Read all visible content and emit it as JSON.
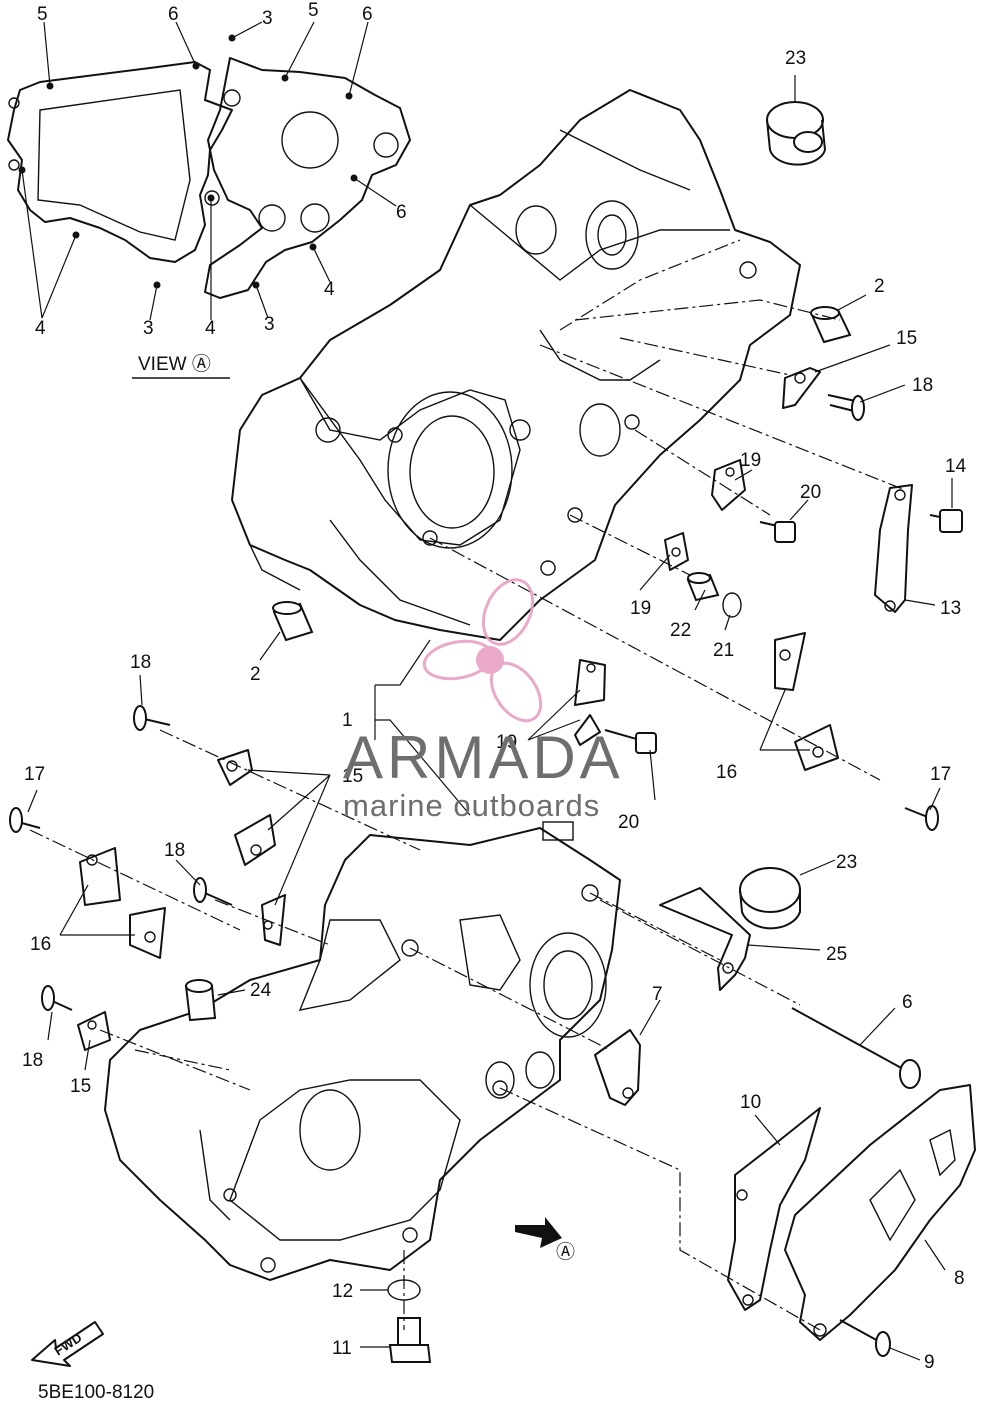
{
  "view_caption": "VIEW Ⓐ",
  "view_marker": "Ⓐ",
  "fwd_label": "FWD",
  "diagram_code": "5BE100-8120",
  "watermark": {
    "brand": "ARMADA",
    "tagline": "marine outboards",
    "logo_color": "#e8a0c4",
    "text_color": "#6e6e6e"
  },
  "callouts": {
    "c1": "1",
    "c2a": "2",
    "c2b": "2",
    "c3a": "3",
    "c3b": "3",
    "c3c": "3",
    "c4a": "4",
    "c4b": "4",
    "c4c": "4",
    "c5a": "5",
    "c5b": "5",
    "c6a": "6",
    "c6b": "6",
    "c6c": "6",
    "c6d": "6",
    "c7": "7",
    "c8": "8",
    "c9": "9",
    "c10": "10",
    "c11": "11",
    "c12": "12",
    "c13": "13",
    "c14": "14",
    "c15a": "15",
    "c15b": "15",
    "c15c": "15",
    "c16a": "16",
    "c16b": "16",
    "c17a": "17",
    "c17b": "17",
    "c18a": "18",
    "c18b": "18",
    "c18c": "18",
    "c18d": "18",
    "c19a": "19",
    "c19b": "19",
    "c19c": "19",
    "c20a": "20",
    "c20b": "20",
    "c21": "21",
    "c22": "22",
    "c23a": "23",
    "c23b": "23",
    "c24": "24",
    "c25": "25"
  }
}
